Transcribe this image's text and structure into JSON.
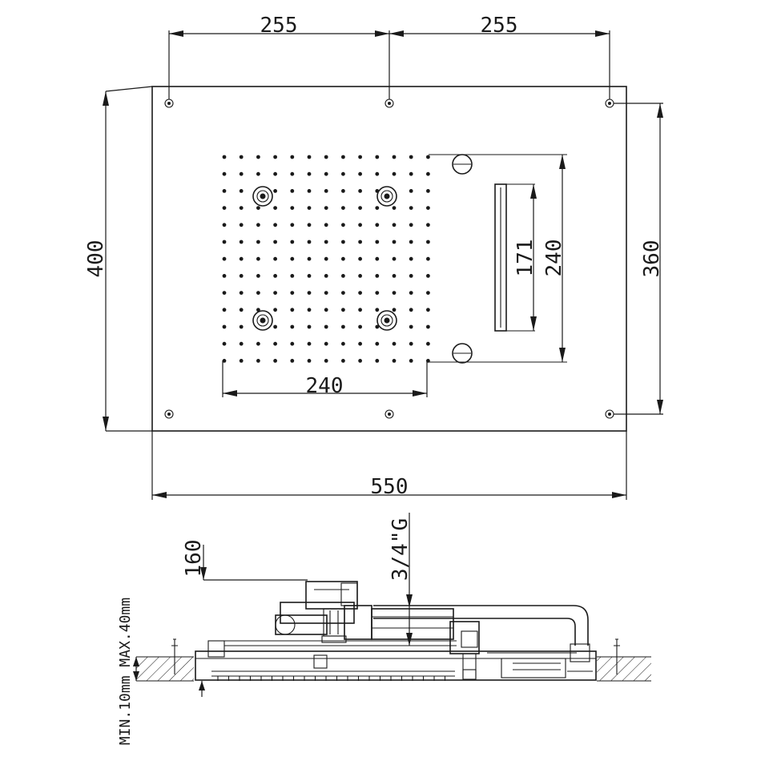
{
  "dimensions": {
    "top_left_spacing": "255",
    "top_right_spacing": "255",
    "overall_height": "400",
    "hole_spacing_vertical": "360",
    "panel_height": "240",
    "slot_height": "171",
    "grid_width": "240",
    "overall_width": "550",
    "thread": "3/4\"G",
    "side_offset": "160",
    "ceiling_range": "MIN.10mm MAX.40mm"
  },
  "colors": {
    "line": "#1a1a1a",
    "background": "#ffffff"
  }
}
